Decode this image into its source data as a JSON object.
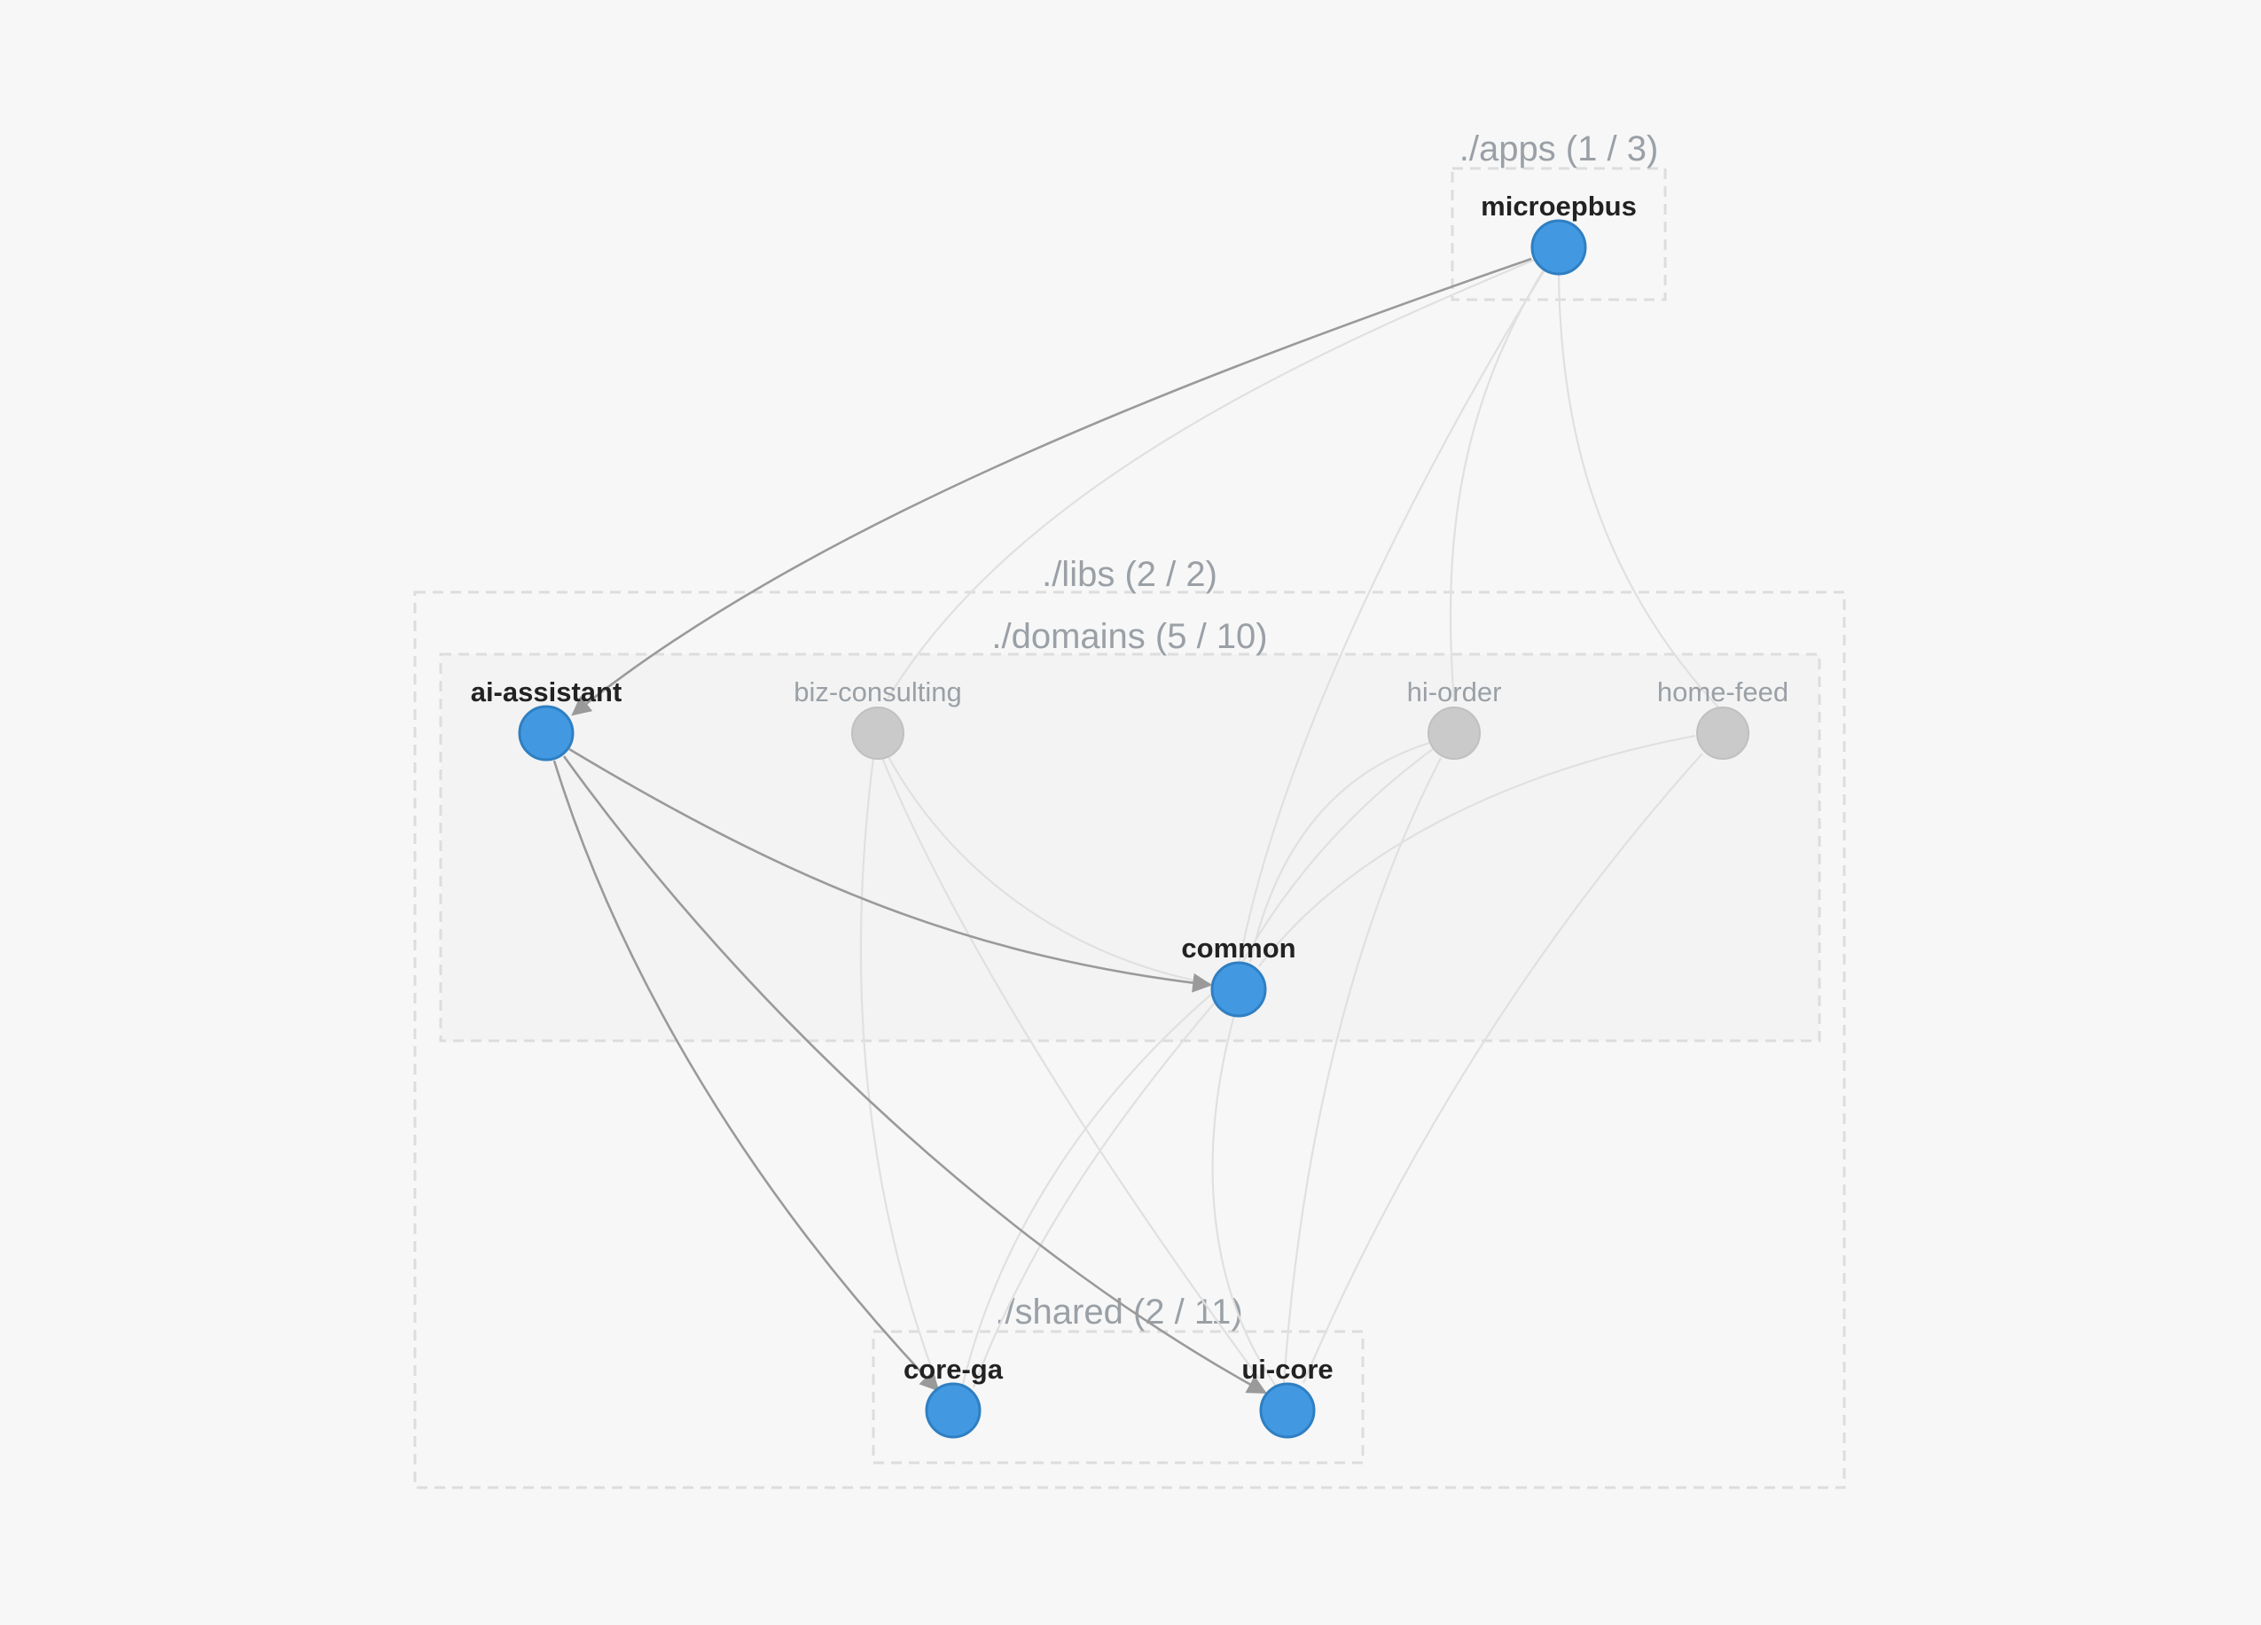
{
  "groups": [
    {
      "id": "apps",
      "label": "./apps (1 / 3)"
    },
    {
      "id": "libs",
      "label": "./libs (2 / 2)"
    },
    {
      "id": "domains",
      "label": "./domains (5 / 10)"
    },
    {
      "id": "shared",
      "label": "./shared (2 / 11)"
    }
  ],
  "nodes": [
    {
      "id": "microepbus",
      "label": "microepbus",
      "state": "active"
    },
    {
      "id": "ai-assistant",
      "label": "ai-assistant",
      "state": "active"
    },
    {
      "id": "biz-consulting",
      "label": "biz-consulting",
      "state": "dim"
    },
    {
      "id": "hi-order",
      "label": "hi-order",
      "state": "dim"
    },
    {
      "id": "home-feed",
      "label": "home-feed",
      "state": "dim"
    },
    {
      "id": "common",
      "label": "common",
      "state": "active"
    },
    {
      "id": "core-ga",
      "label": "core-ga",
      "state": "active"
    },
    {
      "id": "ui-core",
      "label": "ui-core",
      "state": "active"
    }
  ],
  "edges": [
    {
      "from": "microepbus",
      "to": "ai-assistant",
      "state": "active"
    },
    {
      "from": "ai-assistant",
      "to": "common",
      "state": "active"
    },
    {
      "from": "ai-assistant",
      "to": "core-ga",
      "state": "active"
    },
    {
      "from": "ai-assistant",
      "to": "ui-core",
      "state": "active"
    },
    {
      "from": "microepbus",
      "to": "biz-consulting",
      "state": "dim"
    },
    {
      "from": "microepbus",
      "to": "common",
      "state": "dim"
    },
    {
      "from": "microepbus",
      "to": "hi-order",
      "state": "dim"
    },
    {
      "from": "microepbus",
      "to": "home-feed",
      "state": "dim"
    },
    {
      "from": "biz-consulting",
      "to": "common",
      "state": "dim"
    },
    {
      "from": "biz-consulting",
      "to": "core-ga",
      "state": "dim"
    },
    {
      "from": "biz-consulting",
      "to": "ui-core",
      "state": "dim"
    },
    {
      "from": "hi-order",
      "to": "common",
      "state": "dim"
    },
    {
      "from": "hi-order",
      "to": "ui-core",
      "state": "dim"
    },
    {
      "from": "home-feed",
      "to": "common",
      "state": "dim"
    },
    {
      "from": "home-feed",
      "to": "ui-core",
      "state": "dim"
    },
    {
      "from": "common",
      "to": "core-ga",
      "state": "dim"
    },
    {
      "from": "common",
      "to": "ui-core",
      "state": "dim"
    }
  ]
}
